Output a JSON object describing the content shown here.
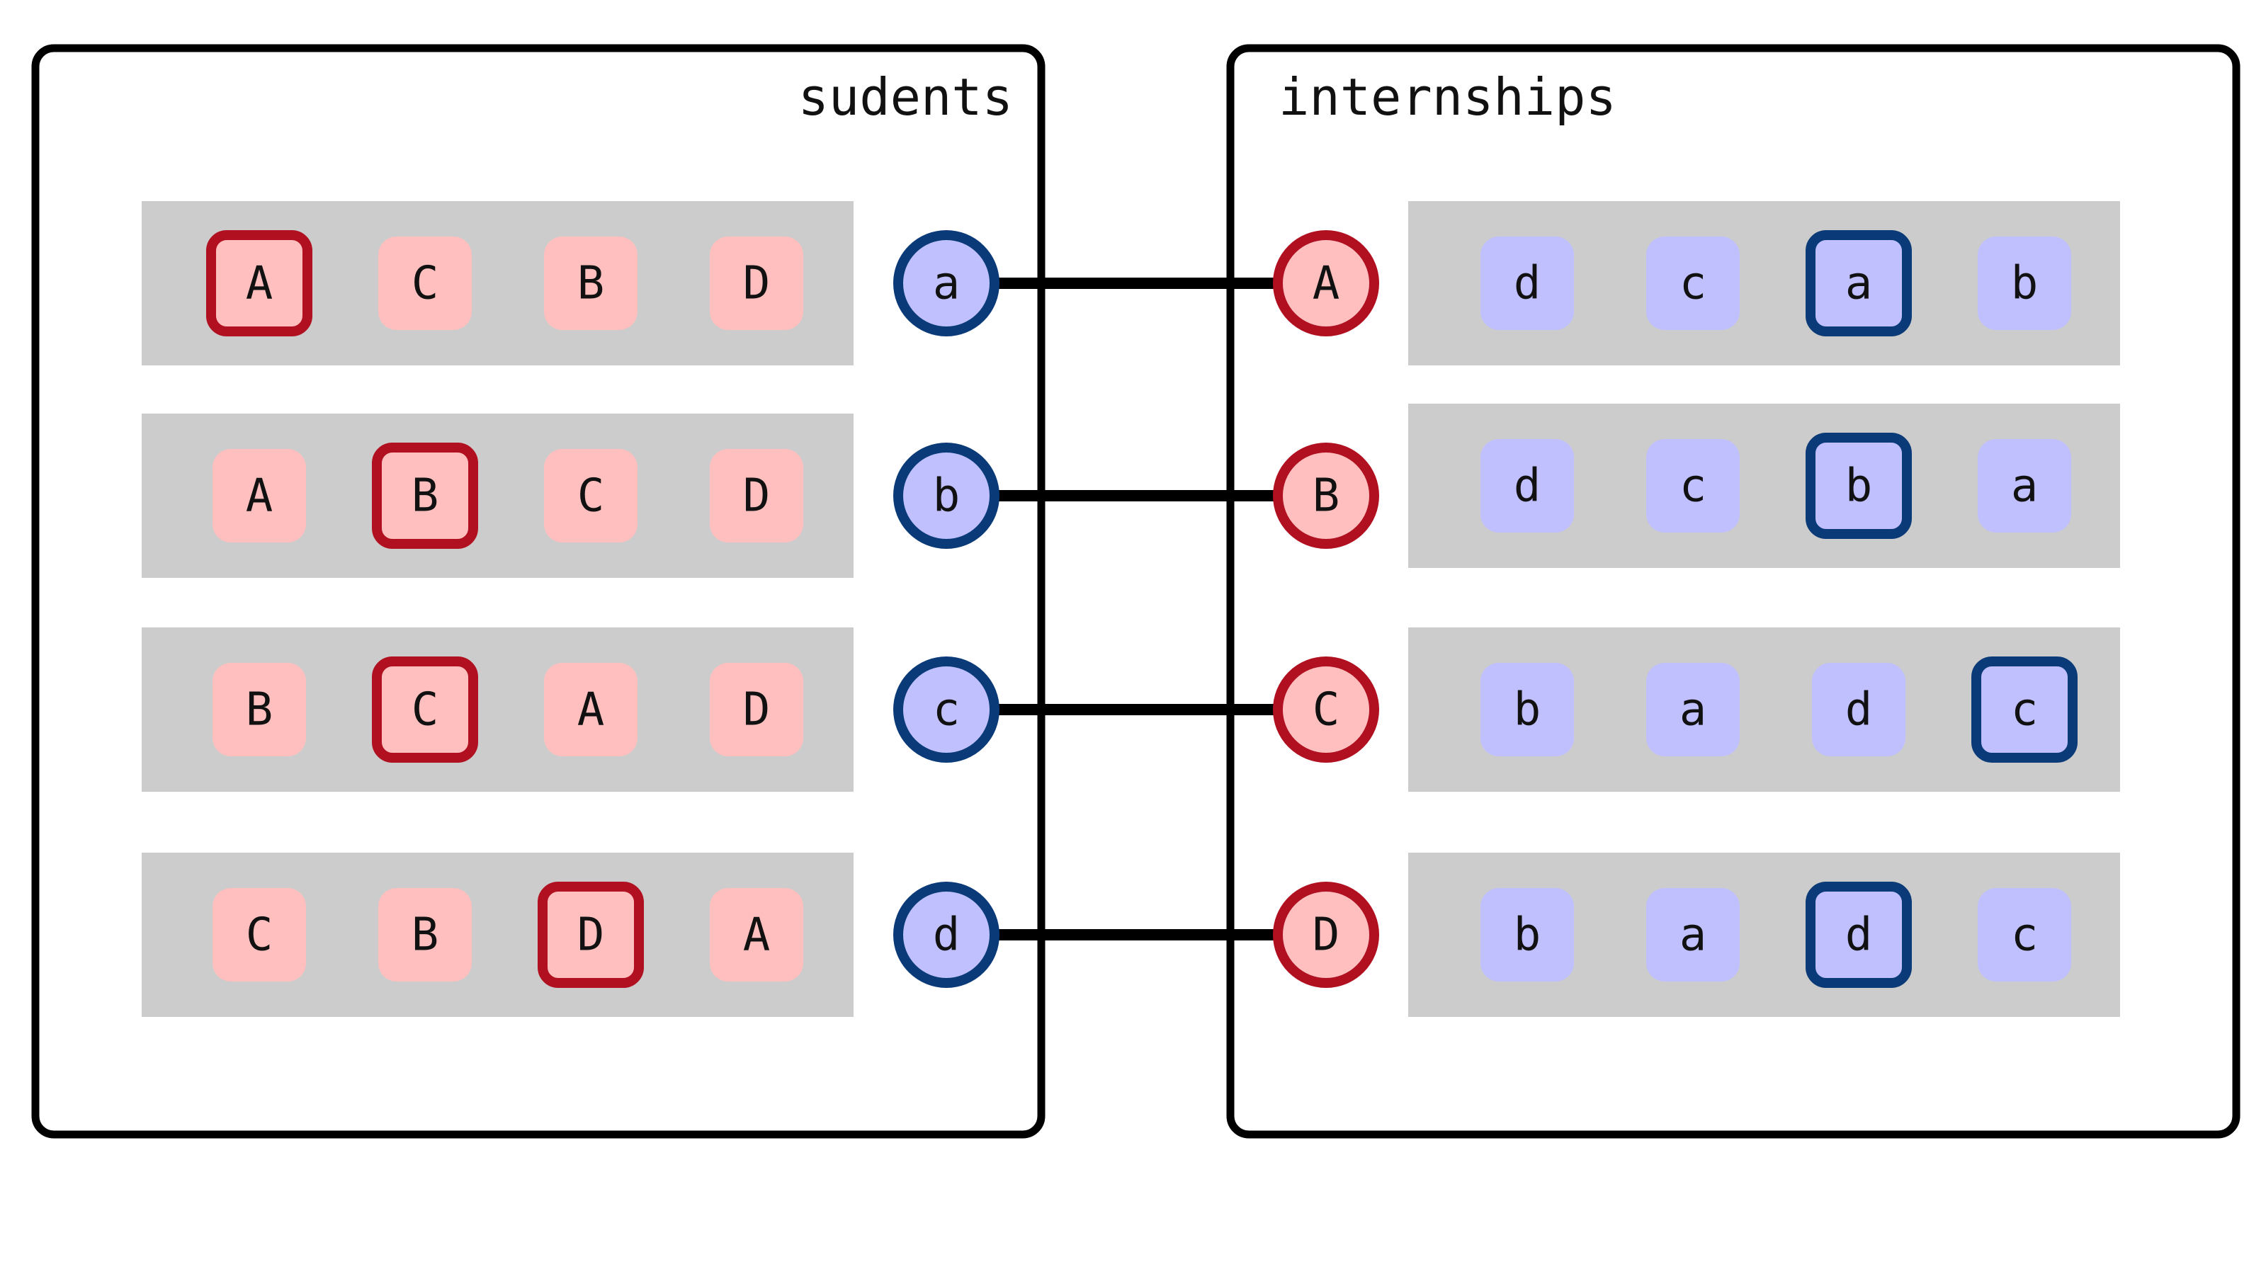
{
  "colors": {
    "student_fill": "#ffbfbf",
    "student_stroke": "#b01020",
    "internship_fill": "#c0c0ff",
    "internship_stroke": "#0b3a78",
    "row_bg": "#cccccc",
    "edge": "#000000"
  },
  "students": {
    "title": "sudents",
    "rows": [
      {
        "node": "a",
        "prefs": [
          "A",
          "C",
          "B",
          "D"
        ],
        "matched_index": 0
      },
      {
        "node": "b",
        "prefs": [
          "A",
          "B",
          "C",
          "D"
        ],
        "matched_index": 1
      },
      {
        "node": "c",
        "prefs": [
          "B",
          "C",
          "A",
          "D"
        ],
        "matched_index": 1
      },
      {
        "node": "d",
        "prefs": [
          "C",
          "B",
          "D",
          "A"
        ],
        "matched_index": 2
      }
    ]
  },
  "internships": {
    "title": "internships",
    "rows": [
      {
        "node": "A",
        "prefs": [
          "d",
          "c",
          "a",
          "b"
        ],
        "matched_index": 2
      },
      {
        "node": "B",
        "prefs": [
          "d",
          "c",
          "b",
          "a"
        ],
        "matched_index": 2
      },
      {
        "node": "C",
        "prefs": [
          "b",
          "a",
          "d",
          "c"
        ],
        "matched_index": 3
      },
      {
        "node": "D",
        "prefs": [
          "b",
          "a",
          "d",
          "c"
        ],
        "matched_index": 2
      }
    ]
  },
  "matching": [
    [
      "a",
      "A"
    ],
    [
      "b",
      "B"
    ],
    [
      "c",
      "C"
    ],
    [
      "d",
      "D"
    ]
  ]
}
